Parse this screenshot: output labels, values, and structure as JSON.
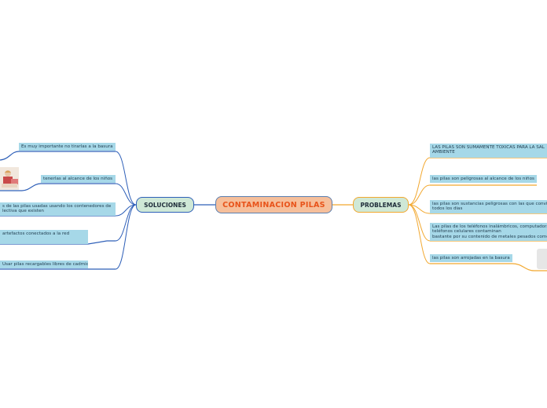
{
  "central": {
    "label": "CONTAMINACION PILAS"
  },
  "solutions": {
    "label": "SOLUCIONES",
    "items": [
      {
        "text": "Es muy importante no tirarlas a la basura"
      },
      {
        "text": "tenerlas al alcance de los niños"
      },
      {
        "line1": "s de las pilas usadas usando los contenedores de",
        "line2": "lectiva que existen"
      },
      {
        "text": "artefactos conectados a la red"
      },
      {
        "text": "Usar pilas recargables libres de cadmio"
      }
    ]
  },
  "problems": {
    "label": "PROBLEMAS",
    "items": [
      {
        "line1": "LAS PILAS SON SUMAMENTE TOXICAS PARA LA SAL",
        "line2": "AMBIENTE"
      },
      {
        "text": "las pilas son peligrosas al alcance de los niños"
      },
      {
        "line1": "las pilas son sustancias peligrosas con las que convi",
        "line2": "todos los dias"
      },
      {
        "line1": "Las pilas de los teléfonos inalámbricos, computadora",
        "line2": "teléfonos celulares contaminan",
        "line3": "bastante por su contenido de metales pesados como"
      },
      {
        "text": "las pilas son arrojadas en la basura"
      }
    ]
  },
  "colors": {
    "solutions_branch": "#2e5fb8",
    "problems_branch": "#f2a82f",
    "leaf_fill": "#a6d8e8",
    "central_fill": "#f6bf9b",
    "central_text": "#e8531a"
  }
}
